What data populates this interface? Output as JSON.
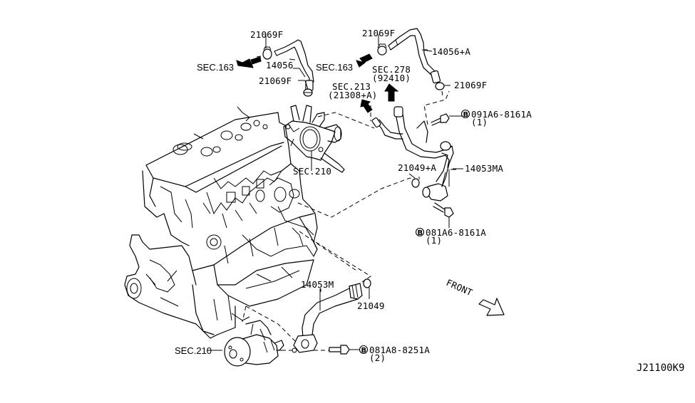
{
  "diagram": {
    "drawing_id": "J21100K9",
    "front_indicator": "FRONT",
    "labels": {
      "clamp_top_left": "21069F",
      "hose_left": "14056",
      "clamp_left_lower": "21069F",
      "sec163_left": "SEC.163",
      "sec163_right": "SEC.163",
      "clamp_top_right": "21069F",
      "hose_right": "14056+A",
      "sec278_line1": "SEC.278",
      "sec278_line2": "(92410)",
      "clamp_right_lower": "21069F",
      "sec213_line1": "SEC.213",
      "sec213_line2": "(21308+A)",
      "bolt_upper_part": "091A6-8161A",
      "bolt_upper_qty": "(1)",
      "sec210_housing": "SEC.210",
      "oring_upper": "21049+A",
      "pipe_upper": "14053MA",
      "bolt_middle_part": "081A6-8161A",
      "bolt_middle_qty": "(1)",
      "pipe_lower": "14053M",
      "oring_lower": "21049",
      "sec210_pump": "SEC.210",
      "bolt_lower_part": "081A8-8251A",
      "bolt_lower_qty": "(2)",
      "bolt_marker": "B"
    }
  }
}
